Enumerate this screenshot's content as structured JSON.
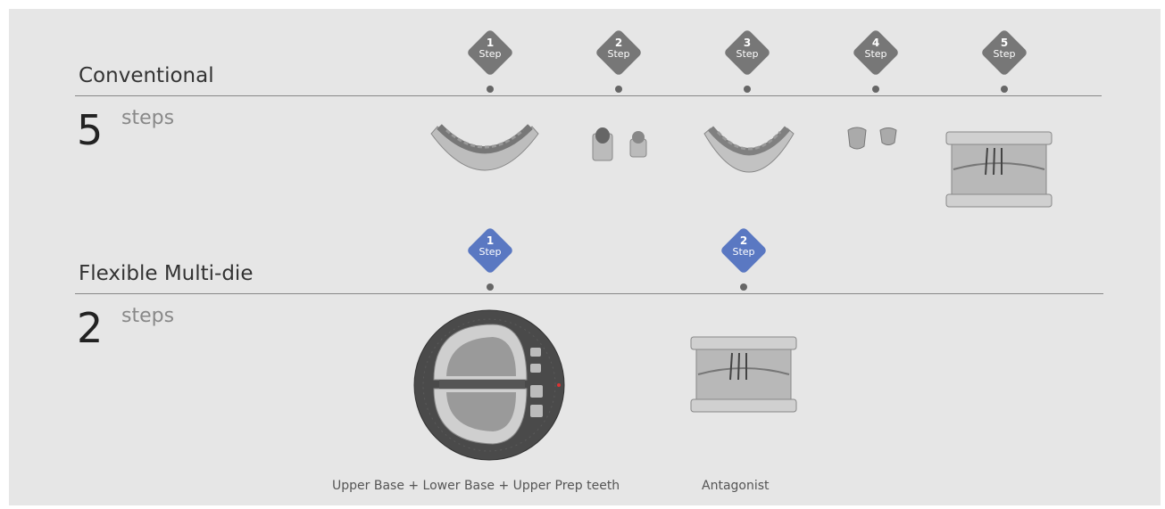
{
  "conventional": {
    "title": "Conventional",
    "count": "5",
    "unit": "steps",
    "steps": [
      {
        "num": "1",
        "word": "Step"
      },
      {
        "num": "2",
        "word": "Step"
      },
      {
        "num": "3",
        "word": "Step"
      },
      {
        "num": "4",
        "word": "Step"
      },
      {
        "num": "5",
        "word": "Step"
      }
    ],
    "images": [
      "upper-arch-model",
      "prep-dies",
      "lower-arch-model",
      "crown-dies",
      "articulated-model"
    ]
  },
  "multidie": {
    "title": "Flexible Multi-die",
    "count": "2",
    "unit": "steps",
    "steps": [
      {
        "num": "1",
        "word": "Step"
      },
      {
        "num": "2",
        "word": "Step"
      }
    ],
    "captions": [
      "Upper Base + Lower Base + Upper Prep teeth",
      "Antagonist"
    ]
  },
  "colors": {
    "panel": "#e6e6e6",
    "step_gray": "#777777",
    "step_blue": "#5a78c2",
    "rule": "#888888"
  }
}
